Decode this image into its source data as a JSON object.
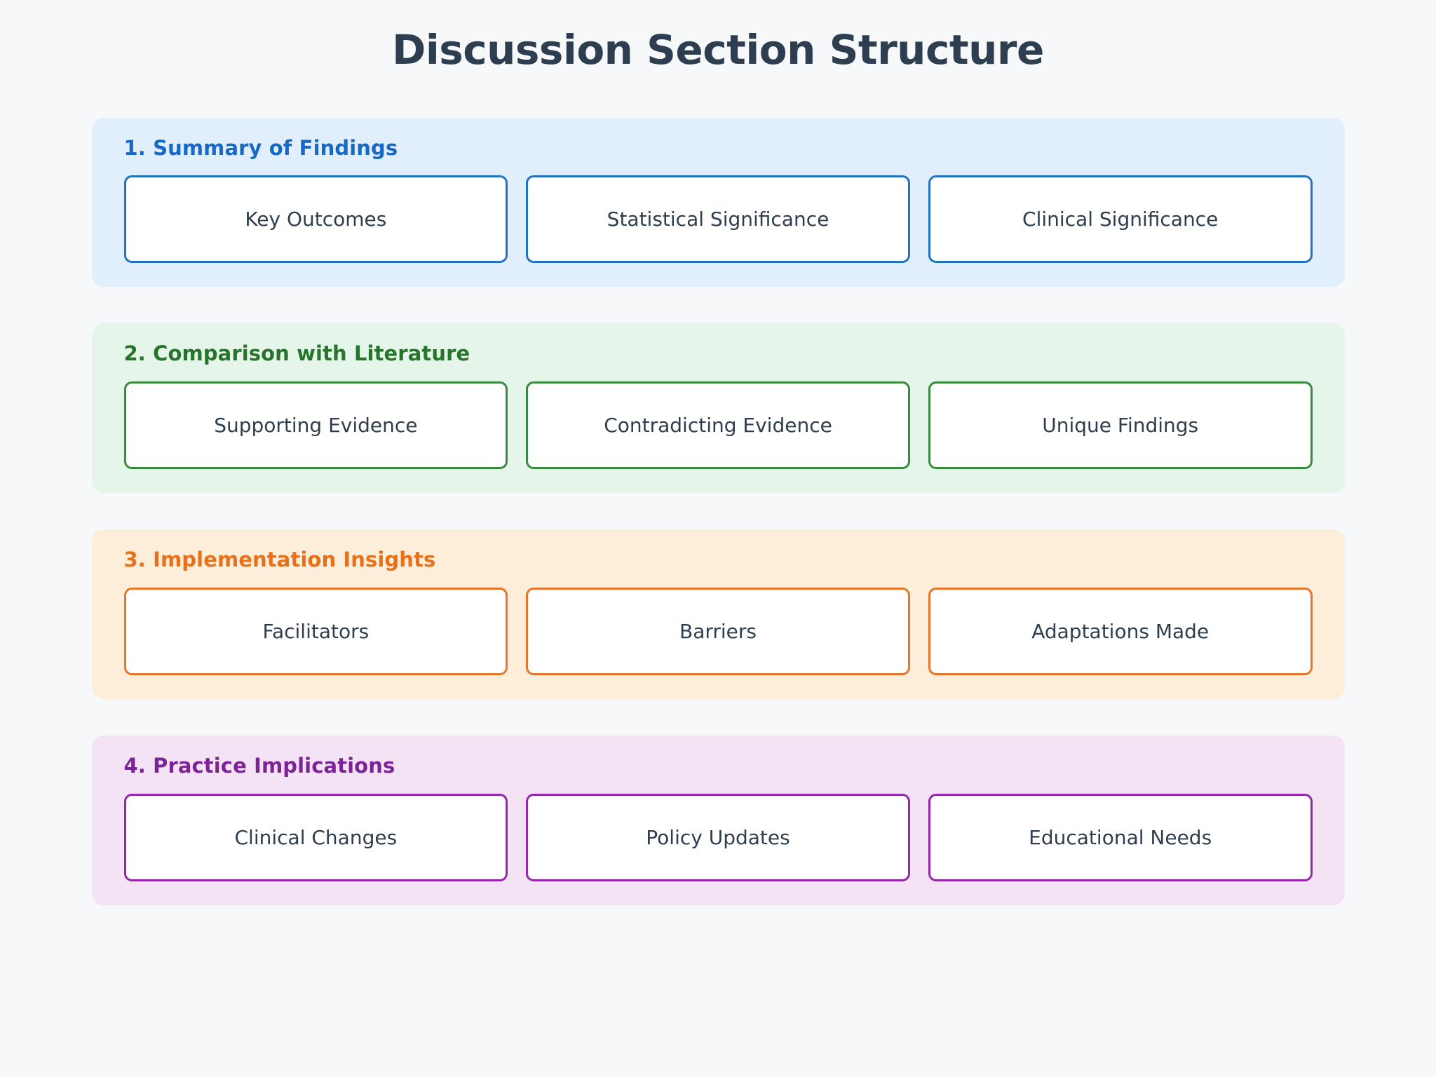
{
  "page": {
    "title": "Discussion Section Structure",
    "background_color": "#f7f8fa",
    "title_color": "#2d3e50"
  },
  "sections": [
    {
      "heading": "1. Summary of Findings",
      "accent_color": "#1769c8",
      "panel_color": "#e1effc",
      "border_color": "#2273c4",
      "cards": [
        {
          "label": "Key Outcomes"
        },
        {
          "label": "Statistical Significance"
        },
        {
          "label": "Clinical Significance"
        }
      ]
    },
    {
      "heading": "2. Comparison with Literature",
      "accent_color": "#27742d",
      "panel_color": "#e6f5e9",
      "border_color": "#3a8a3f",
      "cards": [
        {
          "label": "Supporting Evidence"
        },
        {
          "label": "Contradicting Evidence"
        },
        {
          "label": "Unique Findings"
        }
      ]
    },
    {
      "heading": "3. Implementation Insights",
      "accent_color": "#e8701a",
      "panel_color": "#fdeed9",
      "border_color": "#e8762a",
      "cards": [
        {
          "label": "Facilitators"
        },
        {
          "label": "Barriers"
        },
        {
          "label": "Adaptations Made"
        }
      ]
    },
    {
      "heading": "4. Practice Implications",
      "accent_color": "#7d2397",
      "panel_color": "#f3e3f5",
      "border_color": "#9427ab",
      "cards": [
        {
          "label": "Clinical Changes"
        },
        {
          "label": "Policy Updates"
        },
        {
          "label": "Educational Needs"
        }
      ]
    }
  ]
}
